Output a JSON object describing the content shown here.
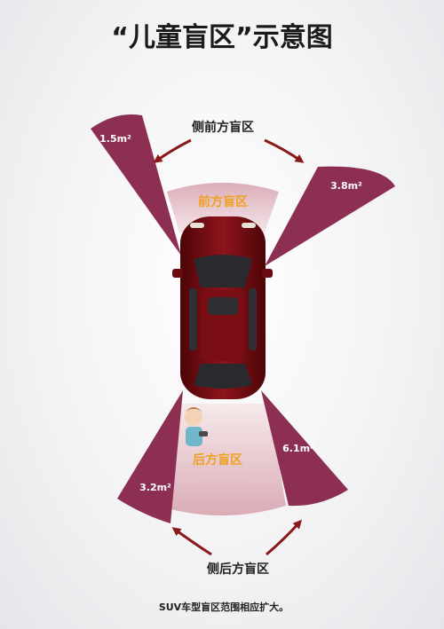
{
  "title": "“儿童盲区”示意图",
  "labels": {
    "side_front": "侧前方盲区",
    "front": "前方盲区",
    "rear": "后方盲区",
    "side_rear": "侧后方盲区"
  },
  "areas": {
    "front_left": "1.5m²",
    "front_right": "3.8m²",
    "rear_right": "6.1m²",
    "rear_left": "3.2m²"
  },
  "footnote": "SUV车型盲区范围相应扩大。",
  "colors": {
    "blind_zone": "#8c2f52",
    "zone_light": "#e9c8cf",
    "car_body": "#7a0e14",
    "arrow": "#8a1a1a",
    "zone_label": "#f0a020"
  }
}
